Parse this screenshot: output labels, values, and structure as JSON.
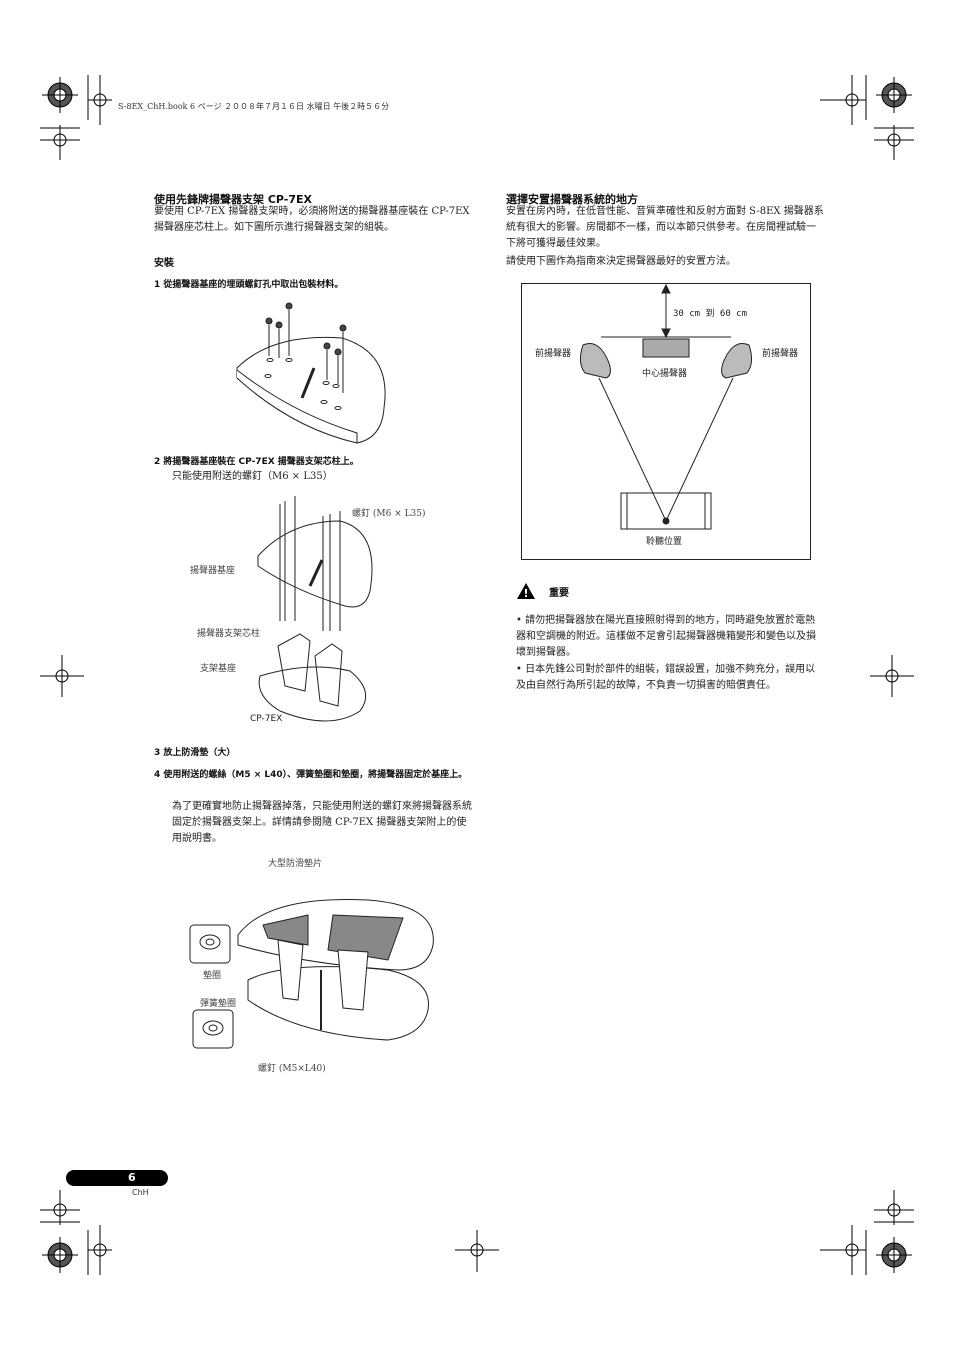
{
  "header": {
    "file_info": "S-8EX_ChH.book  6 ページ  ２００８年７月１６日  水曜日  午後２時５６分"
  },
  "left": {
    "title": "使用先鋒牌揚聲器支架 CP-7EX",
    "intro": "要使用 CP-7EX 揚聲器支架時，必須將附送的揚聲器基座裝在 CP-7EX 揚聲器座芯柱上。如下圖所示進行揚聲器支架的組裝。",
    "install_heading": "安裝",
    "step1": "1   從揚聲器基座的埋頭螺釘孔中取出包裝材料。",
    "step2": "2   將揚聲器基座裝在 CP-7EX 揚聲器支架芯柱上。",
    "step2_note": "只能使用附送的螺釘（M6 × L35）",
    "fig2_labels": {
      "screw": "螺釘 (M6 × L35)",
      "base": "揚聲器基座",
      "column": "揚聲器支架芯柱",
      "stand_base": "支架基座",
      "model": "CP-7EX"
    },
    "step3": "3   放上防滑墊（大）",
    "step4": "4   使用附送的螺絲（M5 × L40）、彈簧墊圈和墊圈，將揚聲器固定於基座上。",
    "step4_note": "為了更確實地防止揚聲器掉落，只能使用附送的螺釘來將揚聲器系統固定於揚聲器支架上。詳情請參閱隨 CP-7EX 揚聲器支架附上的使用說明書。",
    "fig3_labels": {
      "pad": "大型防滑墊片",
      "washer": "墊圈",
      "spring_washer": "彈簧墊圈",
      "screw": "螺釘 (M5×L40)"
    }
  },
  "right": {
    "title": "選擇安置揚聲器系統的地方",
    "para1": "安置在房內時，在低音性能、音質準確性和反射方面對 S-8EX 揚聲器系統有很大的影響。房間都不一樣，而以本節只供參考。在房間裡試驗一下將可獲得最佳效果。",
    "para2": "請使用下圖作為指南來決定揚聲器最好的安置方法。",
    "diagram": {
      "distance": "30 cm 到 60 cm",
      "front_left": "前揚聲器",
      "front_right": "前揚聲器",
      "center": "中心揚聲器",
      "listening": "聆聽位置"
    },
    "important_heading": "重要",
    "bullet1": "• 請勿把揚聲器放在陽光直接照射得到的地方，同時避免放置於電熱器和空調機的附近。這樣做不足會引起揚聲器機箱變形和變色以及損壞到揚聲器。",
    "bullet2": "• 日本先鋒公司對於部件的組裝，錯誤設置，加強不夠充分，誤用以及由自然行為所引起的故障，不負責一切損害的賠償責任。"
  },
  "footer": {
    "page": "6",
    "lang": "ChH"
  }
}
